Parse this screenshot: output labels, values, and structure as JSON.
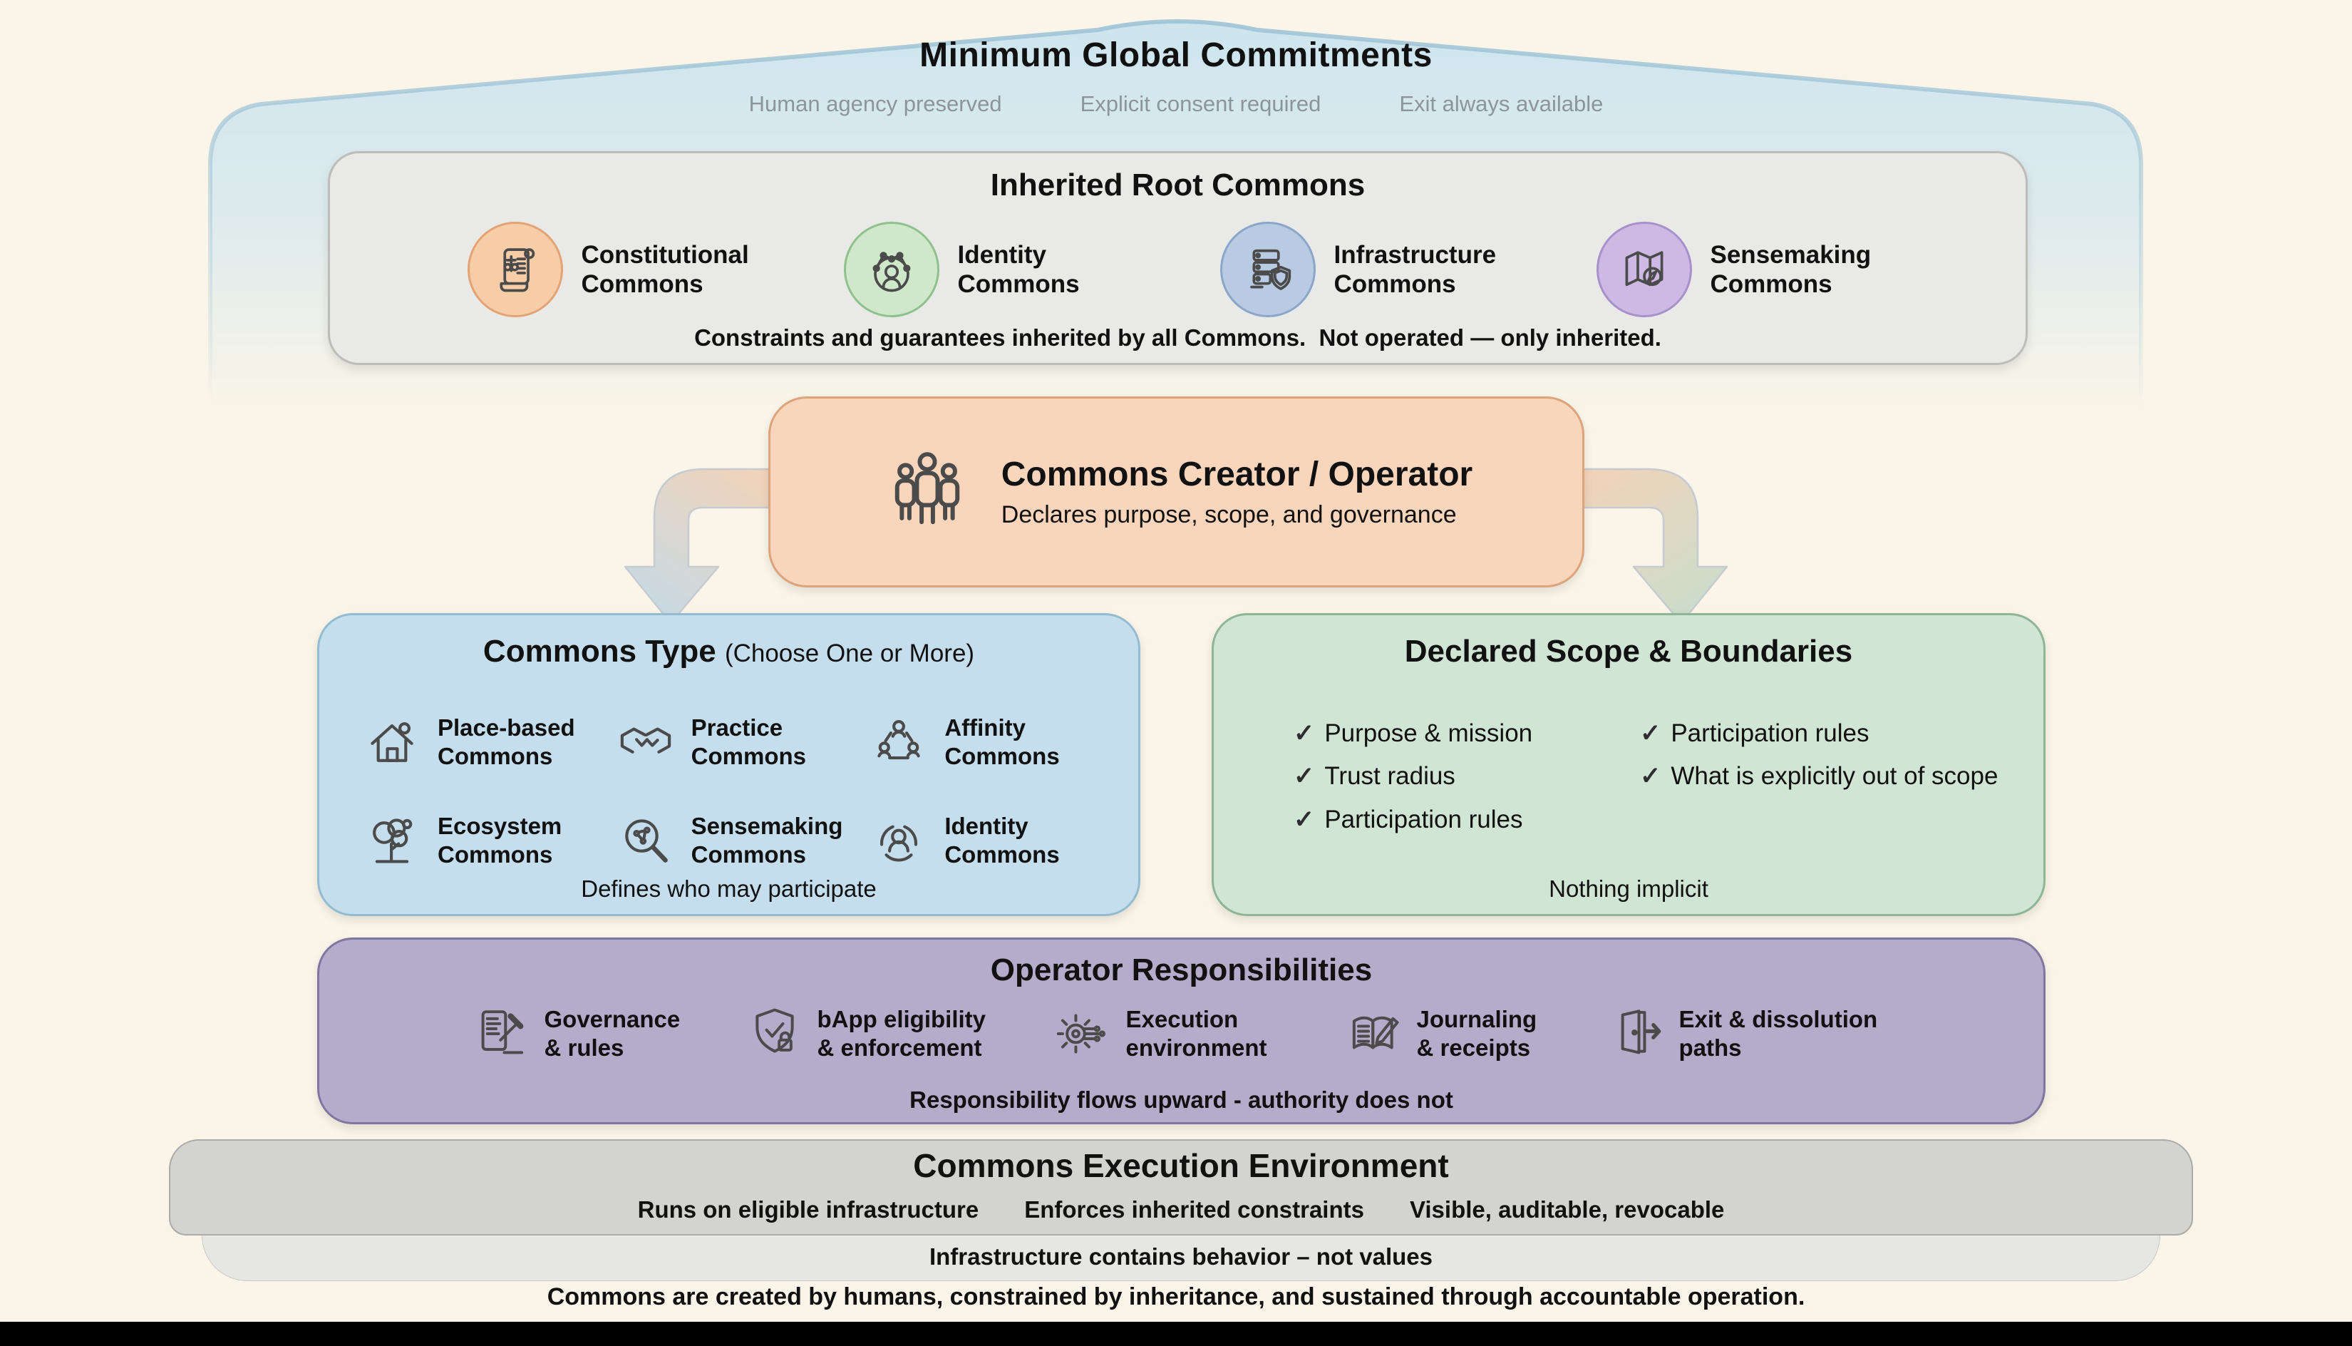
{
  "header": {
    "title": "Minimum Global Commitments",
    "commitments": [
      "Human agency preserved",
      "Explicit consent required",
      "Exit always available"
    ]
  },
  "inherited_root": {
    "title": "Inherited Root Commons",
    "items": [
      {
        "label": "Constitutional Commons",
        "icon": "scroll-scales-icon",
        "circle_bg": "#F7CDA8",
        "circle_border": "#E3A374"
      },
      {
        "label": "Identity Commons",
        "icon": "network-person-icon",
        "circle_bg": "#CFE8CA",
        "circle_border": "#8FC18C"
      },
      {
        "label": "Infrastructure Commons",
        "icon": "server-shield-icon",
        "circle_bg": "#B8CBE2",
        "circle_border": "#8BA6C9"
      },
      {
        "label": "Sensemaking Commons",
        "icon": "map-compass-icon",
        "circle_bg": "#CDB9E3",
        "circle_border": "#A791CB"
      }
    ],
    "caption": "Constraints and guarantees inherited by all Commons.  Not operated — only inherited."
  },
  "creator": {
    "title": "Commons Creator / Operator",
    "subtitle": "Declares purpose, scope, and governance",
    "icon": "people-group-icon"
  },
  "commons_type": {
    "title": "Commons Type",
    "subtitle": "(Choose One or More)",
    "items": [
      {
        "label": "Place-based Commons",
        "icon": "house-icon"
      },
      {
        "label": "Practice Commons",
        "icon": "handshake-icon"
      },
      {
        "label": "Affinity Commons",
        "icon": "affinity-group-icon"
      },
      {
        "label": "Ecosystem Commons",
        "icon": "tree-icon"
      },
      {
        "label": "Sensemaking Commons",
        "icon": "magnifier-network-icon"
      },
      {
        "label": "Identity Commons",
        "icon": "identity-person-icon"
      }
    ],
    "caption": "Defines who may participate"
  },
  "scope": {
    "title": "Declared Scope & Boundaries",
    "check_glyph": "✓",
    "columns": [
      [
        "Purpose & mission",
        "Trust radius",
        "Participation rules"
      ],
      [
        "Participation rules",
        "What is explicitly out of scope"
      ]
    ],
    "caption": "Nothing implicit"
  },
  "responsibilities": {
    "title": "Operator Responsibilities",
    "items": [
      {
        "label": "Governance & rules",
        "icon": "document-gavel-icon"
      },
      {
        "label": "bApp eligibility & enforcement",
        "icon": "shield-check-lock-icon"
      },
      {
        "label": "Execution environment",
        "icon": "gear-circuit-icon"
      },
      {
        "label": "Journaling & receipts",
        "icon": "book-pen-icon"
      },
      {
        "label": "Exit & dissolution paths",
        "icon": "door-exit-icon"
      }
    ],
    "caption": "Responsibility flows upward - authority does not"
  },
  "execution": {
    "title": "Commons Execution Environment",
    "points": [
      "Runs on eligible infrastructure",
      "Enforces inherited constraints",
      "Visible, auditable, revocable"
    ],
    "note": "Infrastructure contains behavior – not values"
  },
  "footer": {
    "caption": "Commons are created by humans, constrained by inheritance, and sustained through accountable operation."
  },
  "colors": {
    "background": "#FAF5E8",
    "arch_fill": "#CBE4EF",
    "arch_stroke": "#9EC3D6",
    "inherited_bg": "#E9E9E7",
    "creator_bg": "#F9D6BB",
    "type_bg": "#C5DEED",
    "scope_bg": "#D0E5D4",
    "responsibilities_bg": "#B5ABCB",
    "execution_bg": "#D3D3D0",
    "bottom_bar": "#000000"
  }
}
